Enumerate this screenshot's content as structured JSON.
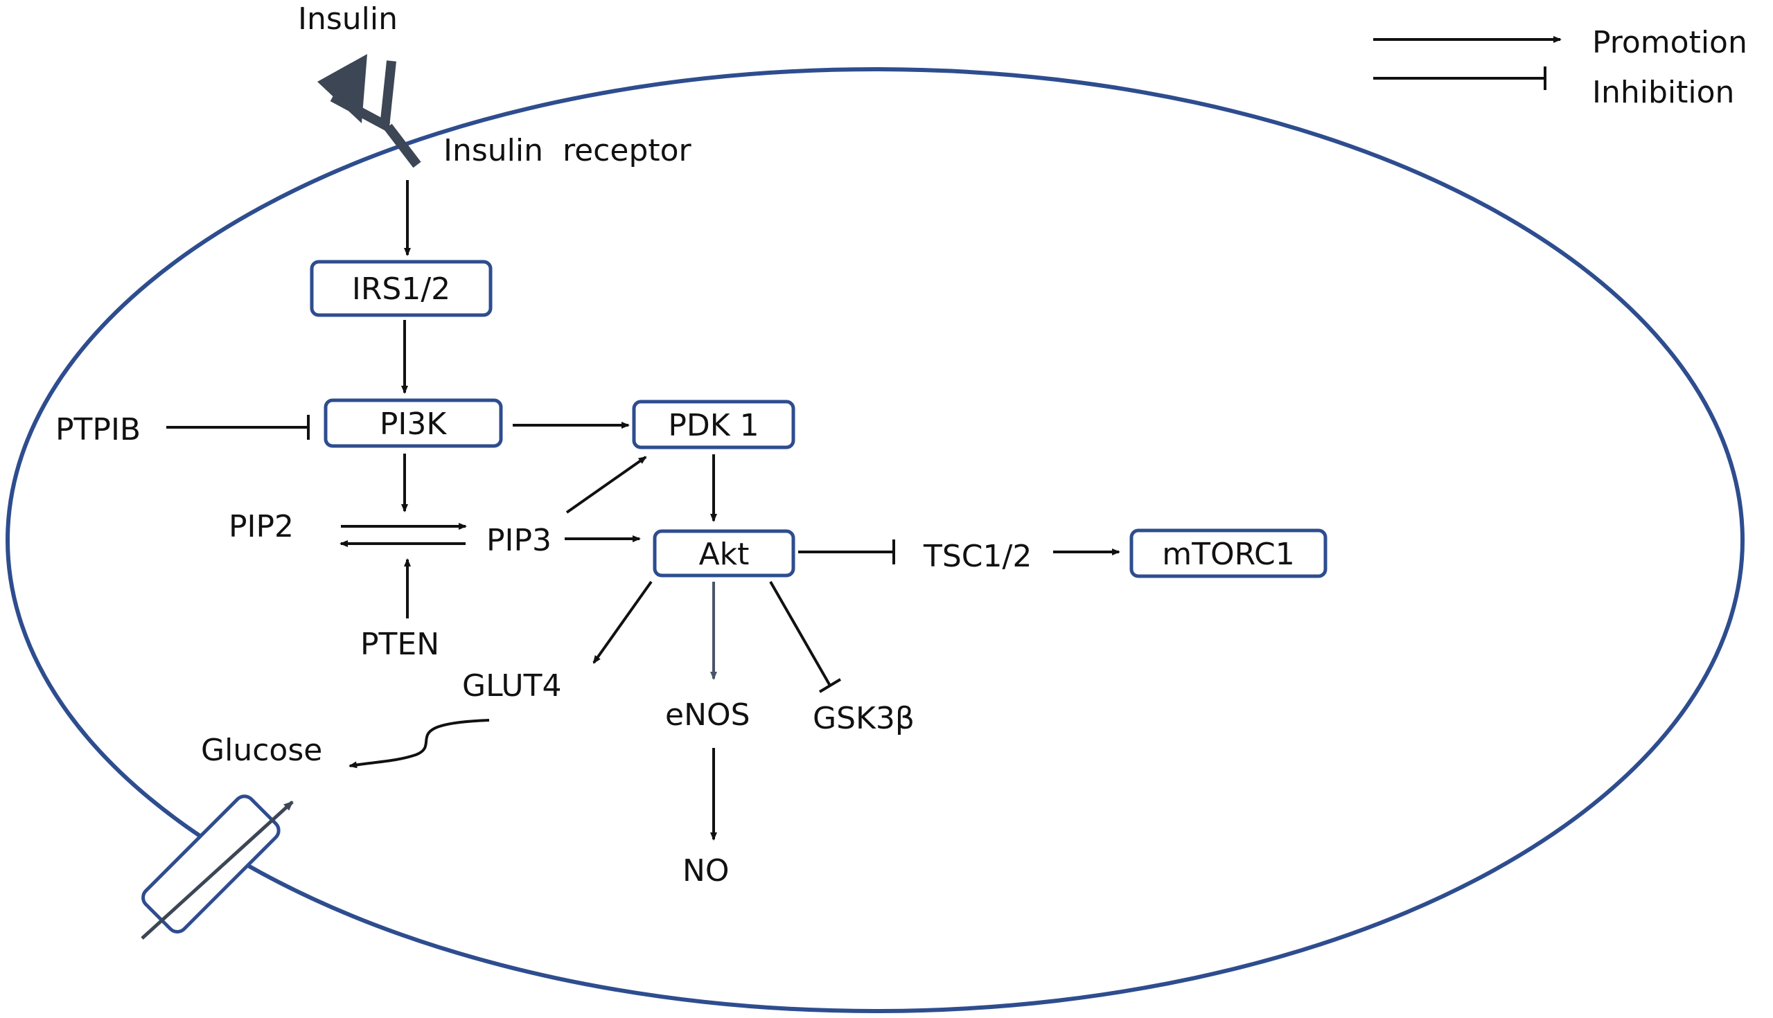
{
  "labels": {
    "insulin": "Insulin",
    "insulin_receptor": "Insulin  receptor",
    "ptpib": "PTPIB",
    "pip2": "PIP2",
    "pip3": "PIP3",
    "pten": "PTEN",
    "glut4": "GLUT4",
    "glucose": "Glucose",
    "enos": "eNOS",
    "gsk3b": "GSK3β",
    "no": "NO",
    "tsc": "TSC1/2"
  },
  "boxes": {
    "irs": "IRS1/2",
    "pi3k": "PI3K",
    "pdk1": "PDK 1",
    "akt": "Akt",
    "mtorc1": "mTORC1"
  },
  "legend": {
    "promotion": "Promotion",
    "inhibition": "Inhibition"
  },
  "colors": {
    "membrane": "#2e4d8f",
    "box_border": "#2e4d8f",
    "receptor": "#3c4654",
    "arrow": "#111111",
    "enos_arrow": "#4a5568",
    "transporter_arrow": "#3c4654"
  }
}
